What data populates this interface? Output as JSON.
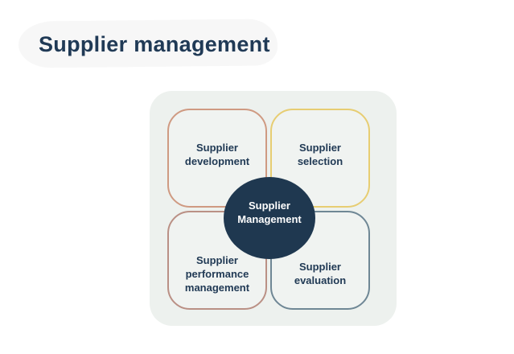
{
  "page": {
    "background": "#ffffff"
  },
  "title": {
    "text": "Supplier management",
    "text_color": "#203a56",
    "highlight_bg": "#f7f7f7"
  },
  "diagram": {
    "container_bg": "#edf1ee",
    "quadrant_bg": "#f0f3f1",
    "label_color": "#213a55",
    "quadrants": [
      {
        "id": "supplier-development",
        "label": "Supplier\ndevelopment",
        "border_color": "#cf9a82",
        "position": "top-left"
      },
      {
        "id": "supplier-selection",
        "label": "Supplier\nselection",
        "border_color": "#e7cd72",
        "position": "top-right"
      },
      {
        "id": "supplier-performance-management",
        "label": "Supplier\nperformance\nmanagement",
        "border_color": "#ba9085",
        "position": "bottom-left"
      },
      {
        "id": "supplier-evaluation",
        "label": "Supplier\nevaluation",
        "border_color": "#6f8795",
        "position": "bottom-right"
      }
    ],
    "center": {
      "label": "Supplier\nManagement",
      "bg": "#1f3850",
      "text_color": "#ffffff"
    }
  }
}
